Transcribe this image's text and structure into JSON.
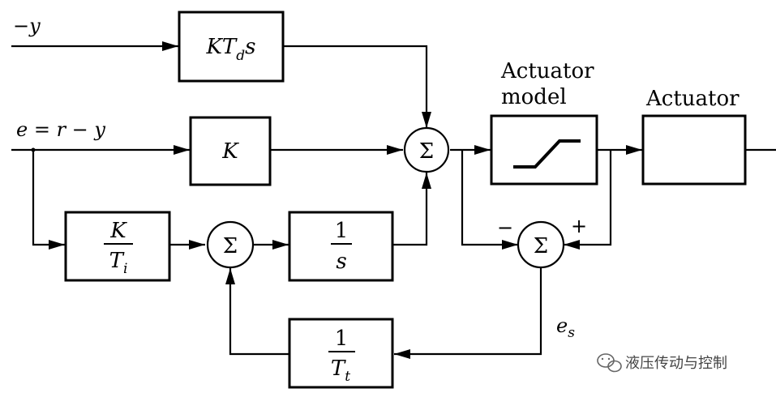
{
  "signals": {
    "neg_y": "−y",
    "error": "e = r − y",
    "es_main": "e",
    "es_sub": "s"
  },
  "blocks": {
    "derivative": {
      "main": "KT",
      "sub": "d",
      "tail": "s"
    },
    "proportional": {
      "label": "K"
    },
    "integral_gain": {
      "num": "K",
      "den_main": "T",
      "den_sub": "i"
    },
    "integrator": {
      "num": "1",
      "den": "s"
    },
    "tracking": {
      "num": "1",
      "den_main": "T",
      "den_sub": "t"
    },
    "actuator_model": {
      "label_line1": "Actuator",
      "label_line2": "model"
    },
    "actuator": {
      "label": "Actuator"
    }
  },
  "sums": {
    "symbol": "Σ"
  },
  "signs": {
    "minus": "−",
    "plus": "+"
  },
  "watermark": {
    "text": "液压传动与控制"
  }
}
